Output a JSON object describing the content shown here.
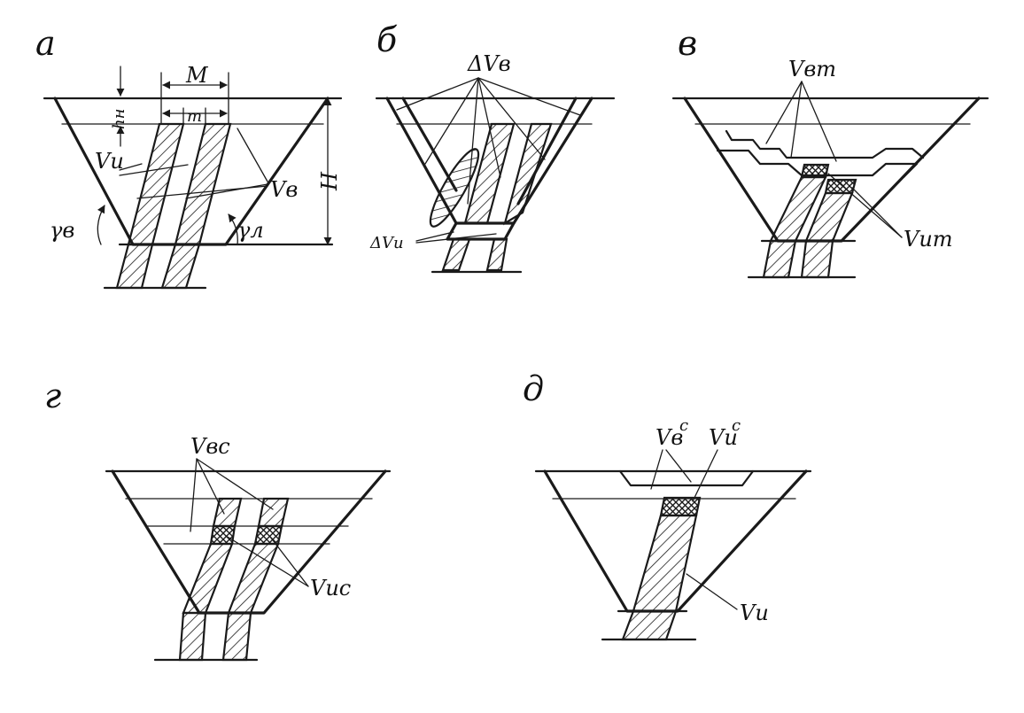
{
  "panels": [
    {
      "id": "a",
      "label": "а"
    },
    {
      "id": "b",
      "label": "б"
    },
    {
      "id": "v",
      "label": "в"
    },
    {
      "id": "g",
      "label": "г"
    },
    {
      "id": "d",
      "label": "д"
    }
  ],
  "labels": {
    "a_M": "М",
    "a_m": "m",
    "a_hn": "hн",
    "a_H": "Н",
    "a_Vu": "Vи",
    "a_Vv": "Vв",
    "a_gv": "γв",
    "a_gl": "γл",
    "b_dVv": "ΔVв",
    "b_dVu": "ΔVи",
    "v_Vvt": "Vвт",
    "v_Vut": "Vит",
    "g_Vvc": "Vвс",
    "g_Vuc": "Vис",
    "d_Vvc": "Vв",
    "d_Vvc_sup": "с",
    "d_Vuc": "Vи",
    "d_Vuc_sup": "с",
    "d_Vu": "Vи"
  },
  "colors": {
    "ink": "#1a1a1a",
    "paper": "#ffffff"
  }
}
